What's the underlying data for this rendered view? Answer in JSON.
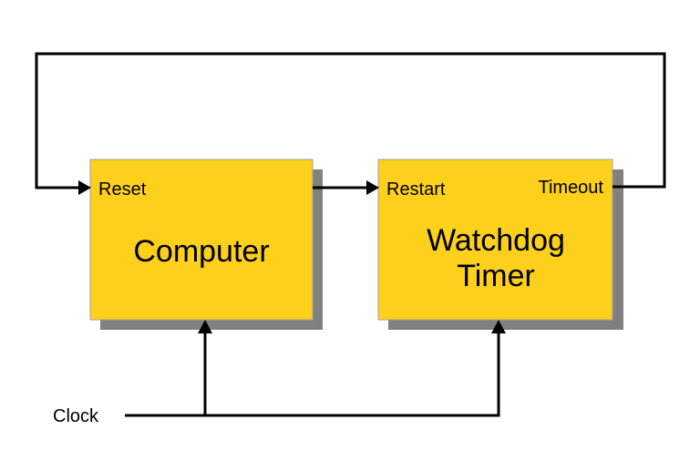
{
  "blocks": {
    "computer": {
      "title_line1": "Computer",
      "port_reset": "Reset"
    },
    "watchdog": {
      "title_line1": "Watchdog",
      "title_line2": "Timer",
      "port_restart": "Restart",
      "port_timeout": "Timeout"
    }
  },
  "signals": {
    "clock": "Clock"
  },
  "colors": {
    "block_fill": "#fdd01c",
    "block_shadow": "#808080",
    "wire": "#000000"
  }
}
